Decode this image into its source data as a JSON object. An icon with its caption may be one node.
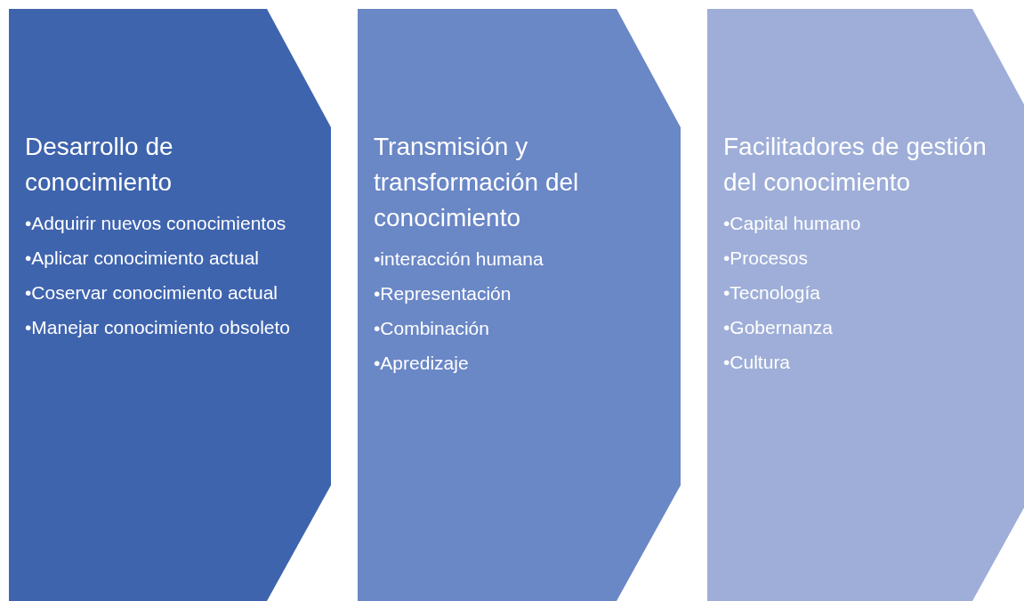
{
  "diagram": {
    "nodes": [
      {
        "text": [
          "Desarrollo de conocimiento",
          "•Adquirir nuevos conocimientos",
          "•Aplicar conocimiento actual",
          "•Coservar conocimiento actual",
          "•Manejar conocimiento obsoleto"
        ]
      },
      {
        "text": [
          "Transmisión y transformación del conocimiento",
          "•interacción humana",
          "•Representación",
          "•Combinación",
          "•Apredizaje"
        ]
      },
      {
        "text": [
          "Facilitadores de gestión del conocimiento",
          "•Capital humano",
          "•Procesos",
          "•Tecnología",
          "•Gobernanza",
          "•Cultura"
        ]
      }
    ]
  }
}
